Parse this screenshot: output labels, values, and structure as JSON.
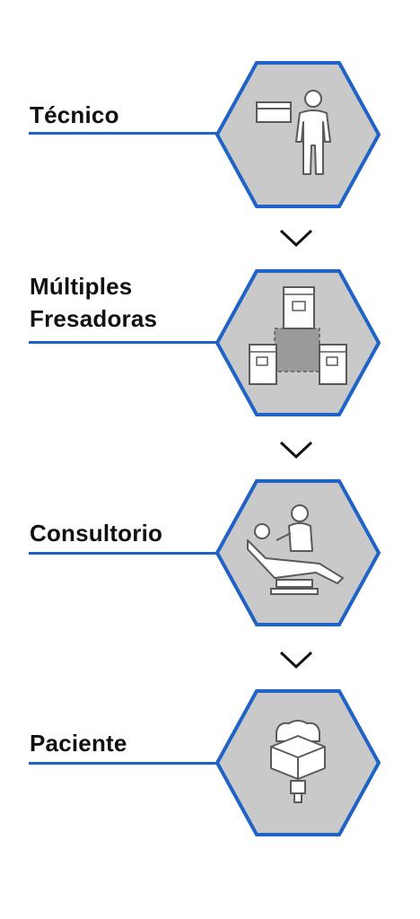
{
  "colors": {
    "accent": "#1f63c6",
    "hex_fill": "#c9c9c9",
    "icon_fill": "#ffffff",
    "icon_stroke": "#5a5a5a"
  },
  "steps": [
    {
      "label_lines": [
        "Técnico"
      ],
      "icon": "technician-icon"
    },
    {
      "label_lines": [
        "Múltiples",
        "Fresadoras"
      ],
      "icon": "milling-machines-icon"
    },
    {
      "label_lines": [
        "Consultorio"
      ],
      "icon": "dental-chair-icon"
    },
    {
      "label_lines": [
        "Paciente"
      ],
      "icon": "tooth-crown-icon"
    }
  ],
  "connectors": [
    "chevron-down-icon",
    "chevron-down-icon",
    "chevron-down-icon"
  ]
}
